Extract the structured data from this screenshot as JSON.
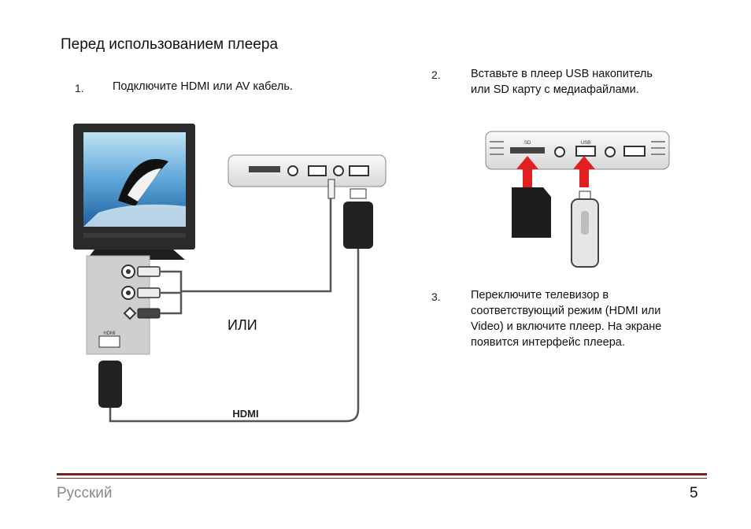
{
  "heading": "Перед использованием плеера",
  "steps": [
    {
      "number": "1.",
      "text": "Подключите HDMI или AV кабель."
    },
    {
      "number": "2.",
      "lines": [
        "Вставьте в плеер USB накопитель",
        "или SD карту с медиафайлами."
      ]
    },
    {
      "number": "3.",
      "lines": [
        "Переключите телевизор в",
        "соответствующий режим (HDMI или",
        "Video) и включите плеер. На экране",
        "появится интерфейс плеера."
      ]
    }
  ],
  "or_label": "ИЛИ",
  "cable_label": "HDMI",
  "port_labels": {
    "hdmi": "HDMI",
    "sd": "SD",
    "usb": "USB"
  },
  "footer": {
    "language": "Русский",
    "page": "5"
  },
  "colors": {
    "rule": "#7a2222",
    "arrow": "#e02020",
    "footer_text": "#8a8a8a"
  }
}
